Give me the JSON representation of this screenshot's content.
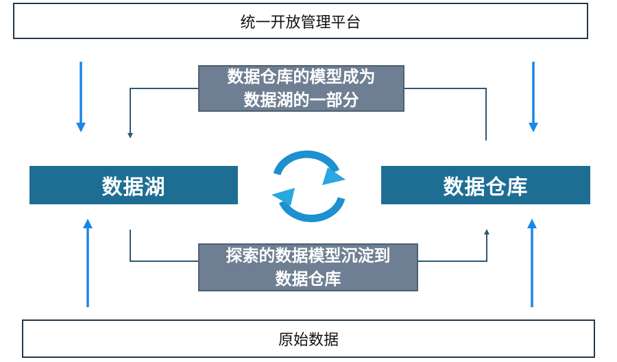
{
  "top_box": {
    "text": "统一开放管理平台"
  },
  "bottom_box": {
    "text": "原始数据"
  },
  "nodes": {
    "data_lake": "数据湖",
    "data_warehouse": "数据仓库"
  },
  "upper_label": {
    "line1": "数据仓库的模型成为",
    "line2": "数据湖的一部分"
  },
  "lower_label": {
    "line1": "探索的数据模型沉淀到",
    "line2": "数据仓库"
  },
  "colors": {
    "node_fill": "#1e6e93",
    "label_fill": "#6f7f93",
    "arrow_blue": "#1a86e8",
    "connector": "#2d5872",
    "cycle_arrow": "#1e8fd0"
  }
}
